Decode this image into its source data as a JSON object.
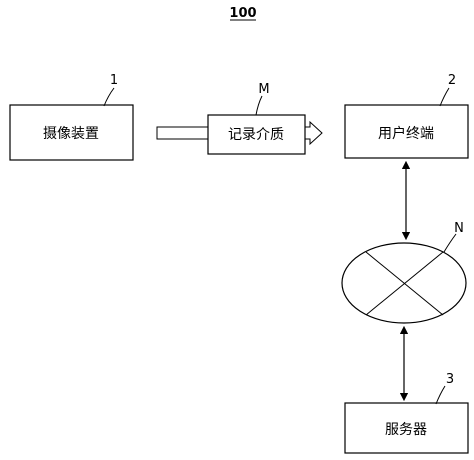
{
  "figure": {
    "label": "100"
  },
  "nodes": {
    "camera": {
      "label": "摄像装置",
      "ref": "1"
    },
    "medium": {
      "label": "记录介质",
      "ref": "M"
    },
    "terminal": {
      "label": "用户终端",
      "ref": "2"
    },
    "network": {
      "ref": "N"
    },
    "server": {
      "label": "服务器",
      "ref": "3"
    }
  },
  "colors": {
    "stroke": "#000000",
    "background": "#ffffff"
  }
}
